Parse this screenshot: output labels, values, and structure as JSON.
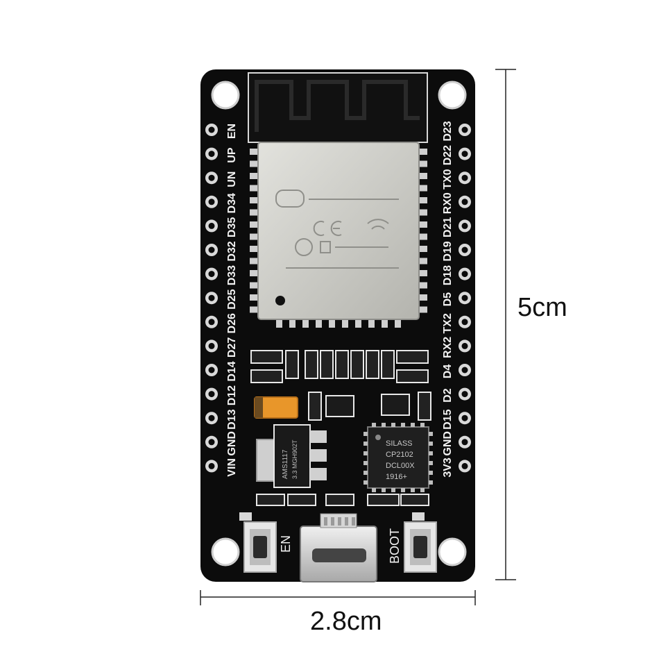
{
  "dimensions": {
    "height": "5cm",
    "width": "2.8cm"
  },
  "board": {
    "left_pins": [
      "EN",
      "UP",
      "UN",
      "D34",
      "D35",
      "D32",
      "D33",
      "D25",
      "D26",
      "D27",
      "D14",
      "D12",
      "D13",
      "GND",
      "VIN"
    ],
    "right_pins": [
      "D23",
      "D22",
      "TX0",
      "RX0",
      "D21",
      "D19",
      "D18",
      "D5",
      "TX2",
      "RX2",
      "D4",
      "D2",
      "D15",
      "GND",
      "3V3"
    ],
    "en_button_label": "EN",
    "boot_button_label": "BOOT",
    "usb_chip_lines": [
      "SILASS",
      "CP2102",
      "DCL00X",
      "1916+"
    ],
    "regulator_lines": [
      "AMS1117",
      "3.3 MGH902T"
    ]
  },
  "colors": {
    "pcb": "#0c0c0c",
    "shield": "#c9c9c4",
    "silkscreen": "#f2f2f2",
    "pad": "#d9d9d9"
  }
}
